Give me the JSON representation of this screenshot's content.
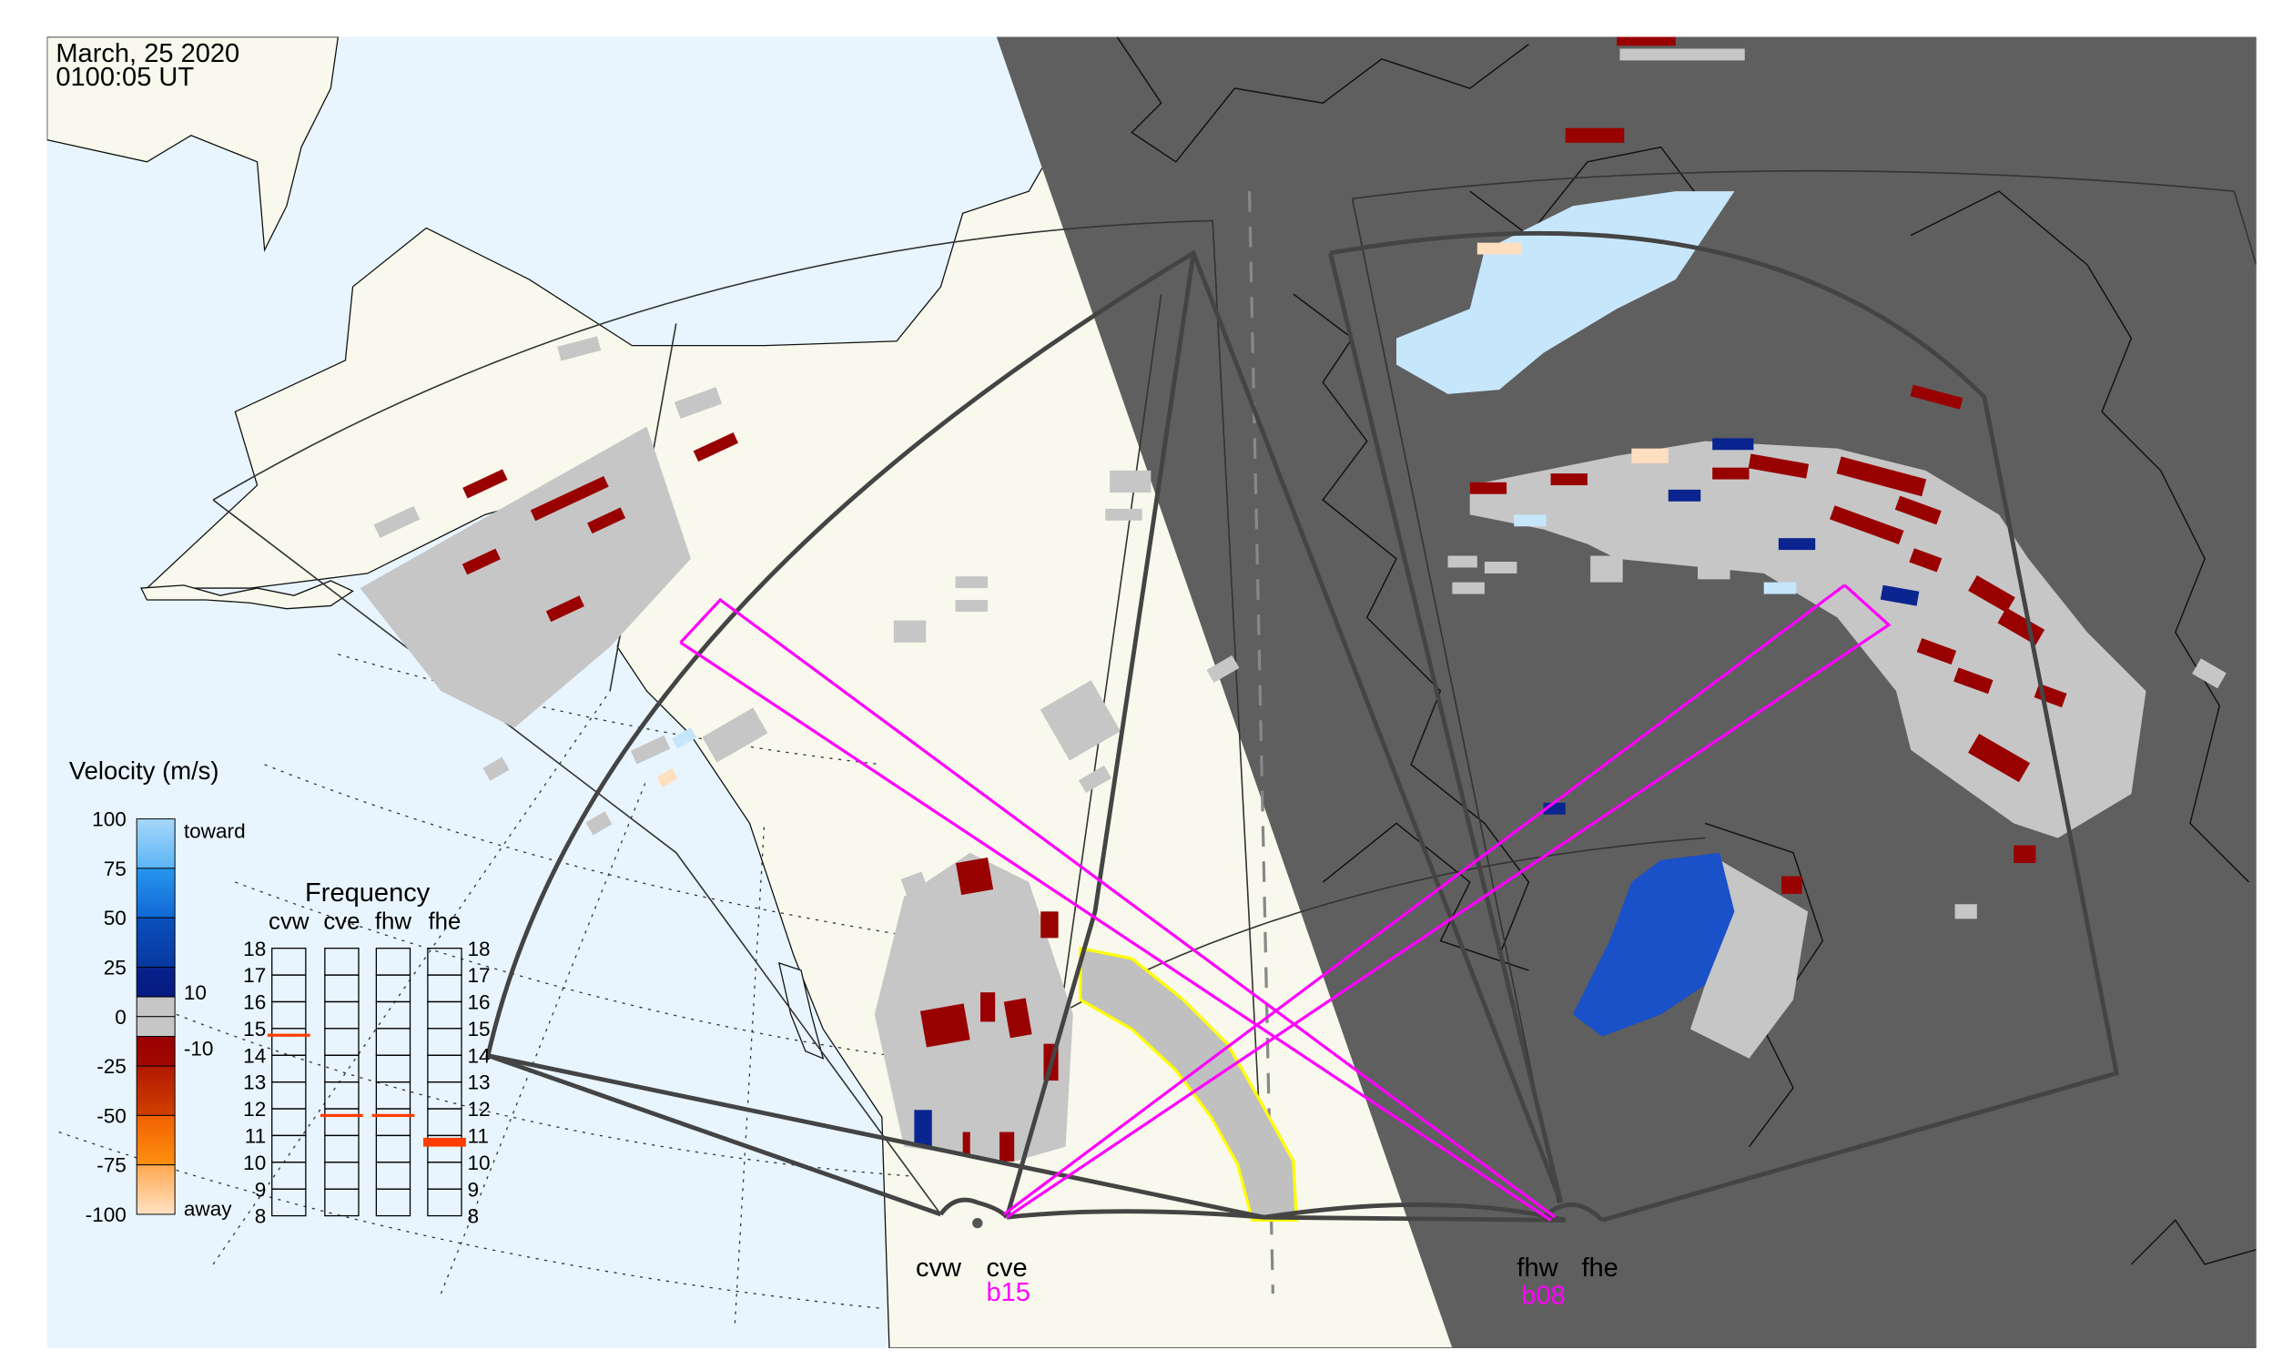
{
  "header": {
    "date": "March, 25 2020",
    "time": "0100:05 UT"
  },
  "legend": {
    "title": "Velocity (m/s)",
    "ticks": [
      "100",
      "75",
      "50",
      "25",
      "0",
      "-25",
      "-50",
      "-75",
      "-100"
    ],
    "toward_label": "toward",
    "away_label": "away",
    "gs_upper": "10",
    "gs_lower": "-10"
  },
  "frequency": {
    "title": "Frequency",
    "radars": [
      "cvw",
      "cve",
      "fhw",
      "fhe"
    ],
    "ticks": [
      "18",
      "17",
      "16",
      "15",
      "14",
      "13",
      "12",
      "11",
      "10",
      "9",
      "8"
    ],
    "range_mhz": [
      8,
      18
    ],
    "markers_mhz": [
      14.75,
      11.75,
      11.75,
      10.75
    ]
  },
  "stations": {
    "cvw": "cvw",
    "cve": "cve",
    "cve_beam": "b15",
    "fhw": "fhw",
    "fhe": "fhe",
    "fhe_beam": "b08"
  },
  "colors": {
    "ocean": "#e8f5fe",
    "land": "#f8f9ec",
    "night": "#5f5f5f",
    "ground_scatter": "#c6c6c6",
    "away_dark": "#990000",
    "toward_navy": "#0a2490",
    "toward_blue": "#1a50c8",
    "toward_light": "#c6e6fb",
    "beam": "#ff00ff",
    "freq_marker": "#ff3c00"
  }
}
